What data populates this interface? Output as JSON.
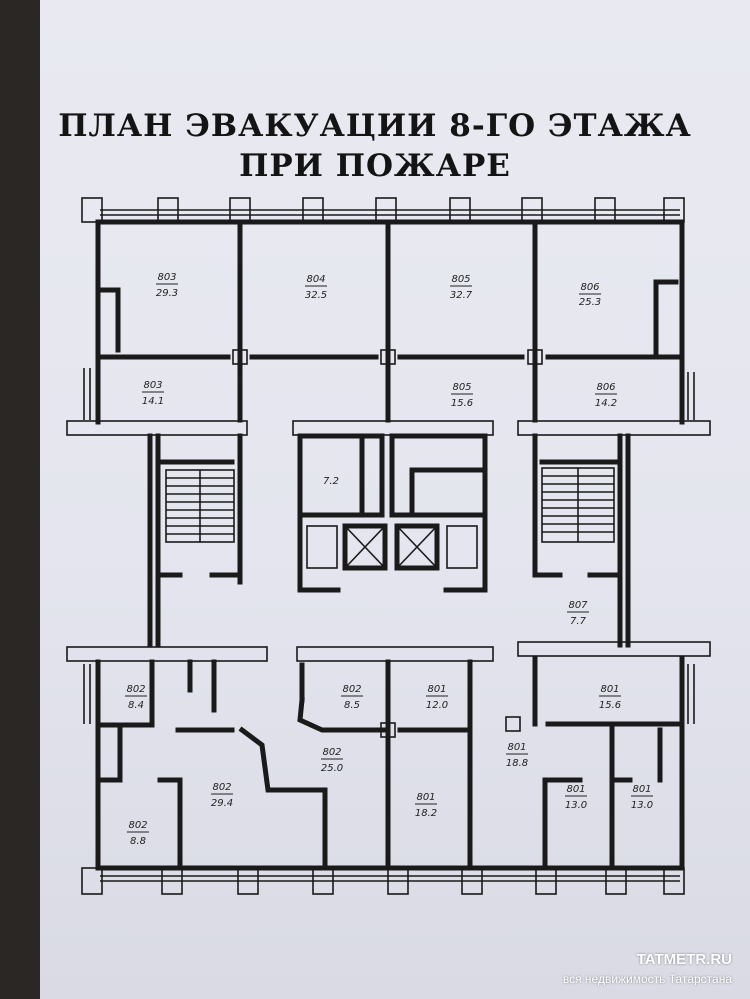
{
  "title_line1": "ПЛАН  ЭВАКУАЦИИ 8-ГО  ЭТАЖА",
  "title_line2": "ПРИ ПОЖАРЕ",
  "watermark": {
    "site": "TATMETR.RU",
    "tagline": "вся недвижимость Татарстана"
  },
  "rooms": [
    {
      "number": "803",
      "area": "29.3"
    },
    {
      "number": "804",
      "area": "32.5"
    },
    {
      "number": "805",
      "area": "32.7"
    },
    {
      "number": "806",
      "area": "25.3"
    },
    {
      "number": "803",
      "area": "14.1"
    },
    {
      "number": "805",
      "area": "15.6"
    },
    {
      "number": "806",
      "area": "14.2"
    },
    {
      "number": "",
      "area": "7.2"
    },
    {
      "number": "807",
      "area": "7.7"
    },
    {
      "number": "802",
      "area": "8.4"
    },
    {
      "number": "802",
      "area": "8.5"
    },
    {
      "number": "801",
      "area": "12.0"
    },
    {
      "number": "801",
      "area": "15.6"
    },
    {
      "number": "802",
      "area": "25.0"
    },
    {
      "number": "801",
      "area": "18.8"
    },
    {
      "number": "802",
      "area": "29.4"
    },
    {
      "number": "801",
      "area": "18.2"
    },
    {
      "number": "801",
      "area": "13.0"
    },
    {
      "number": "801",
      "area": "13.0"
    },
    {
      "number": "802",
      "area": "8.8"
    }
  ],
  "colors": {
    "ink": "#1a1a1a",
    "paper": "#e6e7ef",
    "background": "#2a2724"
  }
}
